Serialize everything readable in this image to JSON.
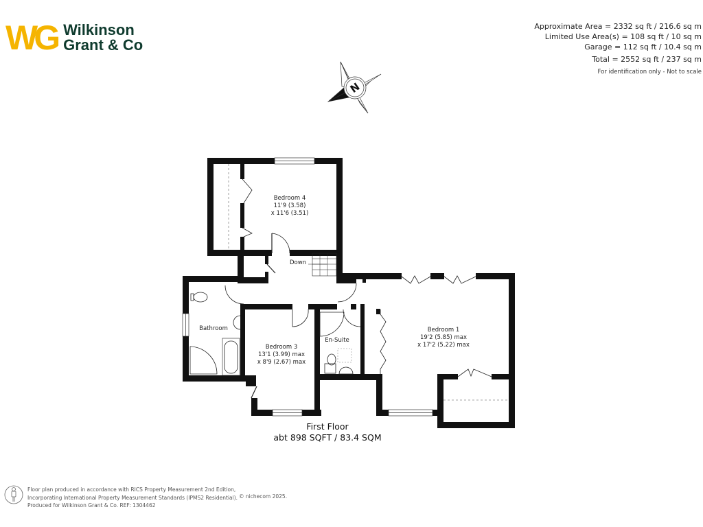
{
  "logo": {
    "initials": "WG",
    "line1": "Wilkinson",
    "line2": "Grant & Co",
    "colors": {
      "initials": "#f5b400",
      "name": "#0f3b2e"
    }
  },
  "areas": {
    "approximate": "Approximate Area = 2332 sq ft / 216.6 sq m",
    "limited_use": "Limited Use Area(s) = 108 sq ft / 10 sq m",
    "garage": "Garage = 112 sq ft / 10.4 sq m",
    "total": "Total = 2552 sq ft / 237 sq m",
    "note": "For identification only - Not to scale"
  },
  "compass": {
    "icon": "compass-north-icon",
    "label": "N"
  },
  "rooms": [
    {
      "name": "Bedroom 4",
      "dim1": "11'9 (3.58)",
      "dim2": "x 11'6 (3.51)"
    },
    {
      "name": "Bathroom"
    },
    {
      "name": "Bedroom 3",
      "dim1": "13'1 (3.99) max",
      "dim2": "x 8'9 (2.67) max"
    },
    {
      "name": "En-Suite"
    },
    {
      "name": "Bedroom 1",
      "dim1": "19'2 (5.85) max",
      "dim2": "x 17'2 (5.22) max"
    }
  ],
  "stairs": {
    "label": "Down"
  },
  "floor": {
    "title": "First Floor",
    "area": "abt 898 SQFT / 83.4 SQM"
  },
  "footer": {
    "line1": "Floor plan produced in accordance with RICS Property Measurement 2nd Edition,",
    "line2": "Incorporating International Property Measurement Standards (IPMS2 Residential).",
    "line3": "Produced for Wilkinson Grant & Co.   REF:  1304462",
    "copyright": "© nichecom  2025."
  }
}
